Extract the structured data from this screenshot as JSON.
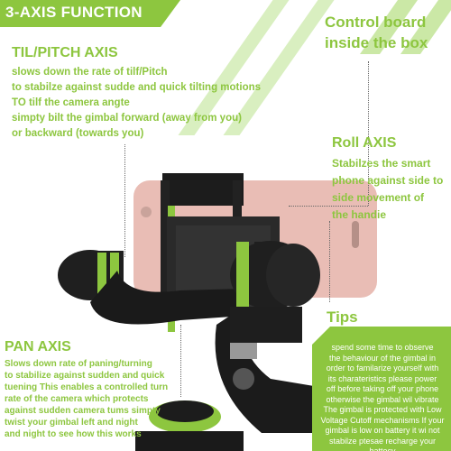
{
  "banner": {
    "title": "3-AXIS FUNCTION"
  },
  "control": {
    "line1": "Control board",
    "line2": "inside the box"
  },
  "tilt": {
    "heading": "TIL/PITCH AXIS",
    "lines": [
      "slows down the rate of tilf/Pitch",
      "to stabilze against sudde and quick tilting motions",
      "TO tilf the camera angte",
      "simpty bilt the gimbal forward (away from you)",
      "or backward (towards you)"
    ]
  },
  "roll": {
    "heading": "Roll AXIS",
    "lines": [
      "Stabilzes the smart",
      "phone against side to",
      "side  movement of",
      "the handie"
    ]
  },
  "pan": {
    "heading": "PAN AXIS",
    "lines": [
      "Slows down rate of paning/turning",
      "to stabilize against sudden and quick",
      "tuening This enables a controlled turn",
      "rate of the camera which protects",
      "against sudden camera tums simpty",
      " twist your gimbal left and night",
      "and night to see how this works"
    ]
  },
  "tips": {
    "heading": "Tips",
    "lines": [
      "spend some time to observe",
      "the behaviour of the gimbal in",
      "order to familarize yourself with",
      "its charateristics please  power",
      "off before taking off your phone",
      "otherwise the gimbal wil vibrate",
      "The gimbal is protected with Low",
      "Voltage Cutoff mechanisms If your",
      "gimbal is low on battery it wi not",
      "stabilze ptesae recharge your battecy"
    ]
  },
  "colors": {
    "accent": "#8dc63f",
    "dark": "#1c1c1c",
    "phone": "#e8b8b0"
  }
}
